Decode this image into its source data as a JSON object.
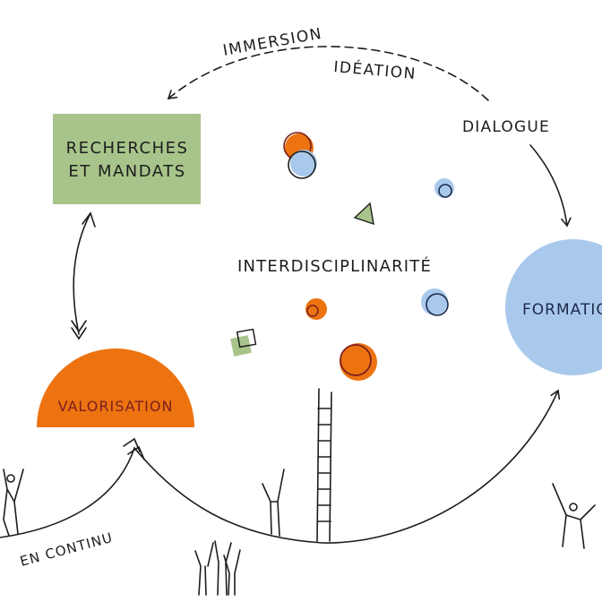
{
  "colors": {
    "green": "#a8c48a",
    "orange": "#ec7310",
    "blue": "#a9c9ec",
    "ink": "#1d1d1d",
    "maroon": "#7a1f20",
    "navy": "#1c2a4a"
  },
  "labels": {
    "immersion": "IMMERSION",
    "ideation": "IDÉATION",
    "dialogue": "DIALOGUE",
    "recherches_line1": "RECHERCHES",
    "recherches_line2": "ET MANDATS",
    "interdisciplinarite": "INTERDISCIPLINARITÉ",
    "formation": "FORMATION",
    "valorisation": "VALORISATION",
    "en_continu": "EN CONTINU"
  }
}
